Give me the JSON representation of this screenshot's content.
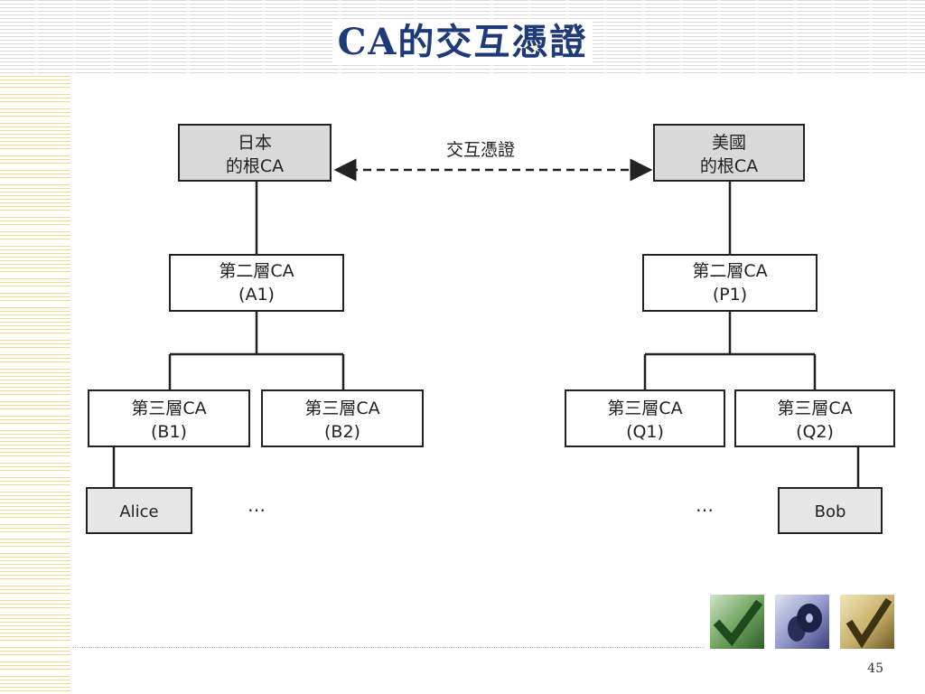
{
  "slide": {
    "title": "CA的交互憑證",
    "page_number": "45"
  },
  "diagram": {
    "cross_link_label": "交互憑證",
    "japan_root": {
      "line1": "日本",
      "line2": "的根CA"
    },
    "us_root": {
      "line1": "美國",
      "line2": "的根CA"
    },
    "a1": {
      "line1": "第二層CA",
      "line2": "(A1)"
    },
    "p1": {
      "line1": "第二層CA",
      "line2": "(P1)"
    },
    "b1": {
      "line1": "第三層CA",
      "line2": "(B1)"
    },
    "b2": {
      "line1": "第三層CA",
      "line2": "(B2)"
    },
    "q1": {
      "line1": "第三層CA",
      "line2": "(Q1)"
    },
    "q2": {
      "line1": "第三層CA",
      "line2": "(Q2)"
    },
    "alice": "Alice",
    "bob": "Bob",
    "ellipsis_left": "…",
    "ellipsis_right": "…"
  },
  "colors": {
    "title": "#1f3a7a",
    "root_fill": "#d9d9d9",
    "leaf_fill": "#e6e6e6",
    "box_stroke": "#222222"
  },
  "decor_icons": [
    "checkmark-icon",
    "disc-icon",
    "checkmark-gold-icon"
  ]
}
